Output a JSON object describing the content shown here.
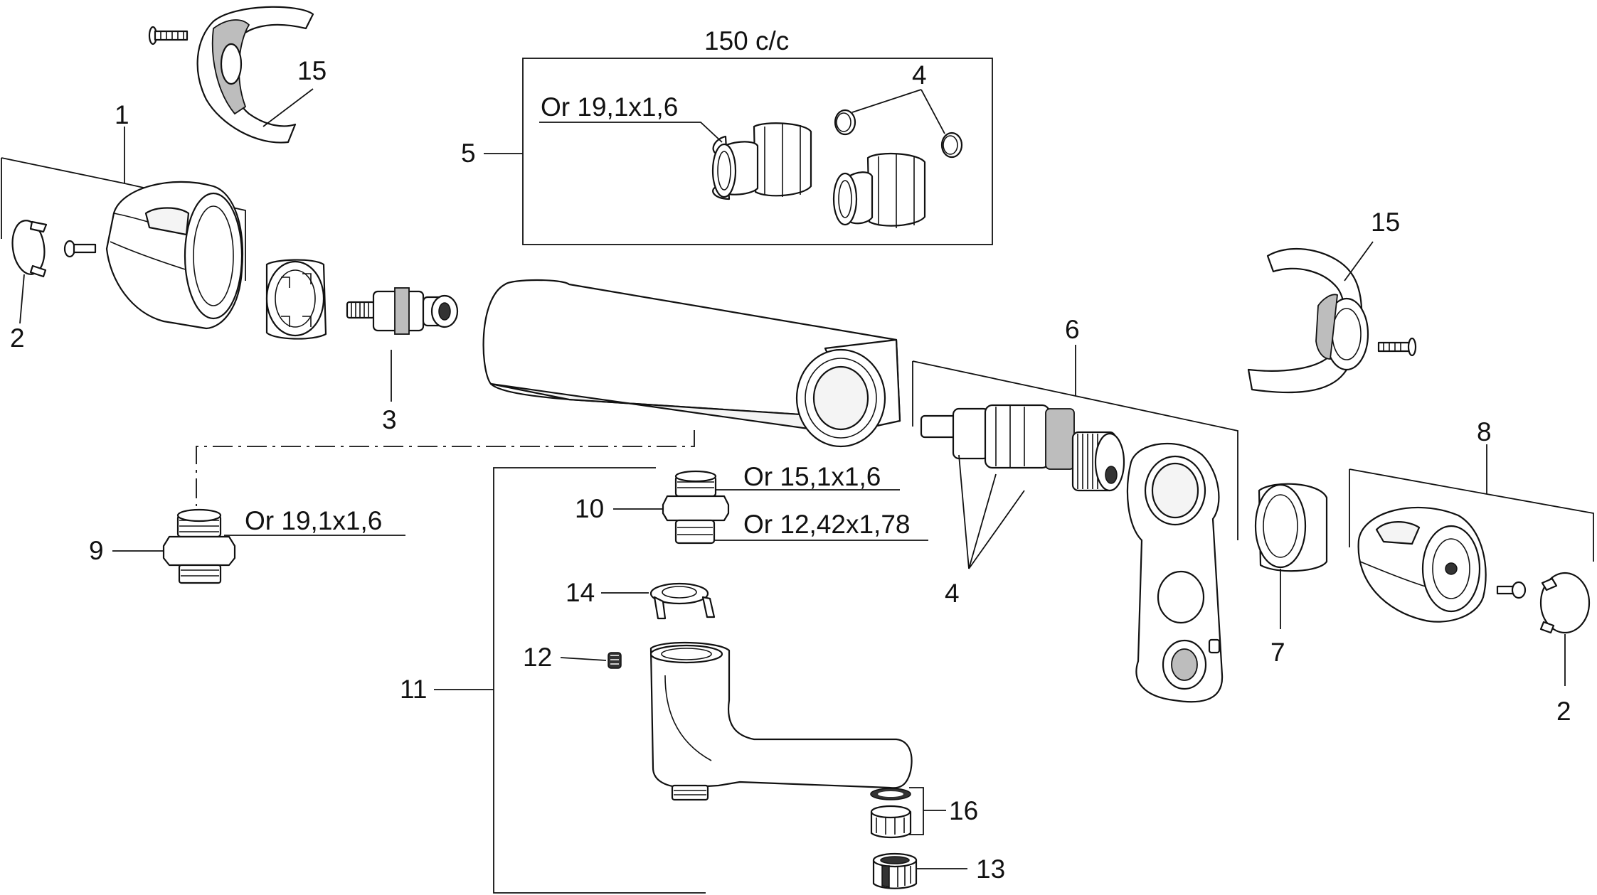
{
  "callouts": {
    "c1": "1",
    "c2_left": "2",
    "c2_right": "2",
    "c3": "3",
    "c4_top": "4",
    "c4_mid": "4",
    "c5": "5",
    "c6": "6",
    "c7": "7",
    "c8": "8",
    "c9": "9",
    "c10": "10",
    "c11": "11",
    "c12": "12",
    "c13": "13",
    "c14": "14",
    "c15_left": "15",
    "c15_right": "15",
    "c16": "16"
  },
  "annotations": {
    "spacing": "150 c/c",
    "oring_kit_5": "Or 19,1x1,6",
    "oring_9": "Or 19,1x1,6",
    "oring_10_top": "Or 15,1x1,6",
    "oring_10_bottom": "Or 12,42x1,78"
  }
}
